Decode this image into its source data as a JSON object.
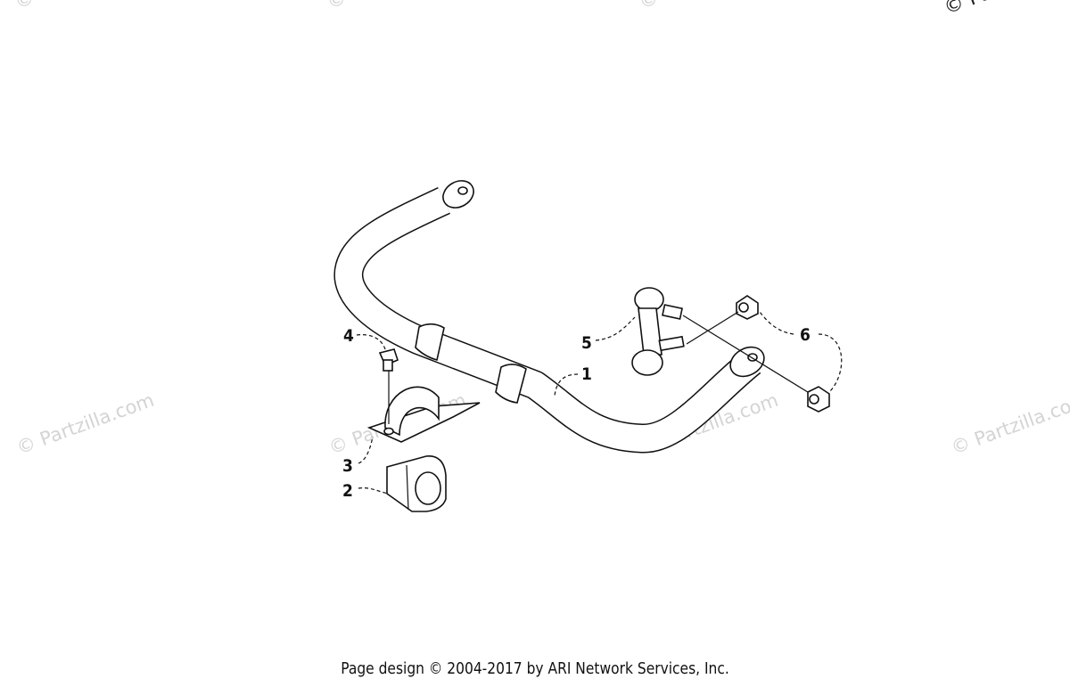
{
  "watermark": "© Partzilla.com",
  "watermark_corner": "© Pa",
  "callouts": [
    "1",
    "2",
    "3",
    "4",
    "5",
    "6"
  ],
  "footer": "Page design © 2004-2017 by ARI Network Services, Inc."
}
